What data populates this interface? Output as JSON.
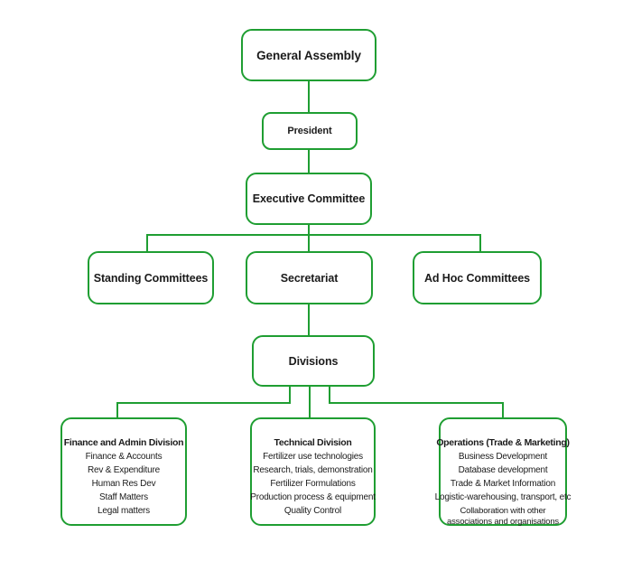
{
  "colors": {
    "line": "#1f9e32",
    "text": "#1b1b1b",
    "bg": "#ffffff"
  },
  "nodes": {
    "general_assembly": {
      "label": "General Assembly"
    },
    "president": {
      "label": "President"
    },
    "executive_committee": {
      "label": "Executive Committee"
    },
    "standing_committees": {
      "label": "Standing Committees"
    },
    "secretariat": {
      "label": "Secretariat"
    },
    "ad_hoc_committees": {
      "label": "Ad Hoc Committees"
    },
    "divisions": {
      "label": "Divisions"
    },
    "finance_admin_division": {
      "title": "Finance and Admin Division",
      "items": [
        "Finance & Accounts",
        "Rev & Expenditure",
        "Human Res Dev",
        "Staff Matters",
        "Legal matters"
      ]
    },
    "technical_division": {
      "title": "Technical Division",
      "items": [
        "Fertilizer use technologies",
        "Research, trials, demonstration",
        "Fertilizer Formulations",
        "Production process & equipment",
        "Quality Control"
      ]
    },
    "operations_division": {
      "title": "Operations (Trade & Marketing)",
      "items": [
        "Business Development",
        "Database development",
        "Trade & Market Information",
        "Logistic-warehousing, transport, etc",
        "Collaboration with other associations and organisations"
      ]
    }
  }
}
